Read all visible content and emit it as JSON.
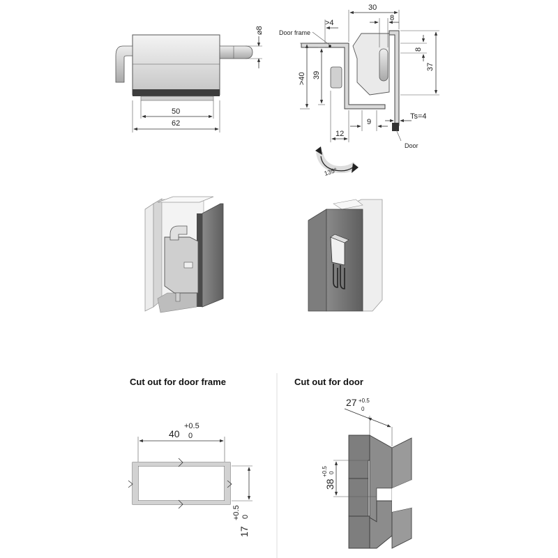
{
  "top_left_view": {
    "diameter_label": "⌀8",
    "width_inner": "50",
    "width_outer": "62"
  },
  "top_right_view": {
    "door_frame_label": "Door frame",
    "door_label": "Door",
    "gap_label": ">4",
    "dim_30": "30",
    "dim_8_top": "8",
    "dim_8_right": "8",
    "dim_37": "37",
    "dim_gt40": ">40",
    "dim_39": "39",
    "dim_12": "12",
    "dim_9": "9",
    "thickness_label": "Ts=4",
    "rotation_label": "135°"
  },
  "door_frame_cutout": {
    "title": "Cut out for door frame",
    "width_value": "40",
    "width_tol_upper": "+0.5",
    "width_tol_lower": "0",
    "height_value": "17",
    "height_tol_upper": "+0.5",
    "height_tol_lower": "0"
  },
  "door_cutout": {
    "title": "Cut out for door",
    "width_value": "27",
    "width_tol_upper": "+0.5",
    "width_tol_lower": "0",
    "height_value": "38",
    "height_tol_upper": "+0.5",
    "height_tol_lower": "0"
  },
  "colors": {
    "metal_light": "#e6e6e6",
    "metal_mid": "#b9b9b9",
    "metal_dark": "#6f6f6f",
    "line": "#333333"
  }
}
